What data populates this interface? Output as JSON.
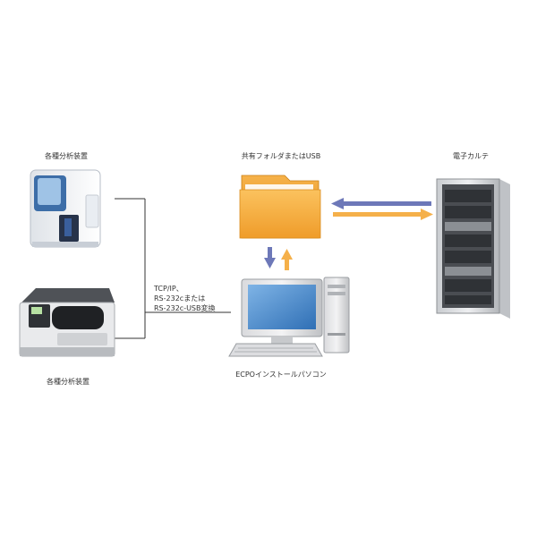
{
  "labels": {
    "analyzer_top": "各種分析装置",
    "analyzer_bottom": "各種分析装置",
    "shared_folder": "共有フォルダまたはUSB",
    "ecpo_pc": "ECPOインストールパソコン",
    "emr": "電子カルテ"
  },
  "connection": {
    "line1": "TCP/IP、",
    "line2": "RS-232cまたは",
    "line3": "RS-232c-USB変換"
  },
  "colors": {
    "arrow_blue": "#6d78b8",
    "arrow_orange": "#f5b04a",
    "folder": "#f3a93a",
    "line": "#333333"
  },
  "icons": {
    "analyzer_top": "blood-analyzer-icon",
    "analyzer_bottom": "lab-analyzer-printer-icon",
    "folder": "folder-icon",
    "pc": "desktop-computer-icon",
    "emr": "server-rack-icon"
  }
}
